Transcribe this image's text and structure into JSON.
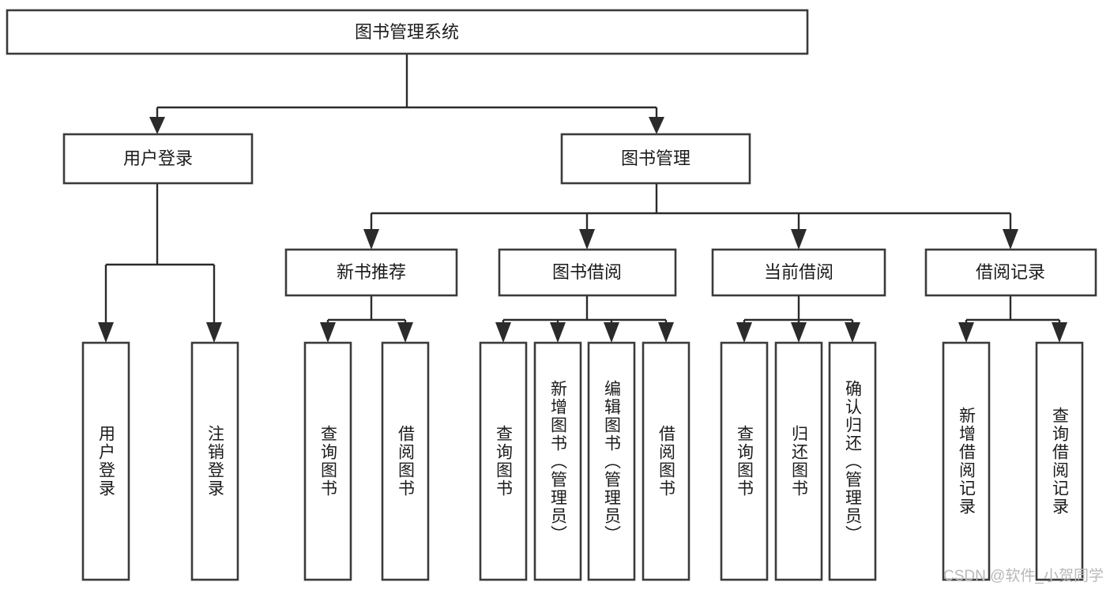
{
  "diagram": {
    "title": "图书管理系统",
    "watermark": "CSDN @软件_小贺同学",
    "levels": {
      "root": {
        "label": "图书管理系统"
      },
      "level2": [
        {
          "label": "用户登录"
        },
        {
          "label": "图书管理"
        }
      ],
      "level3": [
        {
          "label": "新书推荐"
        },
        {
          "label": "图书借阅"
        },
        {
          "label": "当前借阅"
        },
        {
          "label": "借阅记录"
        }
      ],
      "leaves": {
        "user_login": [
          {
            "label": "用户登录"
          },
          {
            "label": "注销登录"
          }
        ],
        "new_book_recommend": [
          {
            "label": "查询图书"
          },
          {
            "label": "借阅图书"
          }
        ],
        "book_borrow": [
          {
            "label": "查询图书"
          },
          {
            "label": "新增图书（管理员）"
          },
          {
            "label": "编辑图书（管理员）"
          },
          {
            "label": "借阅图书"
          }
        ],
        "current_borrow": [
          {
            "label": "查询图书"
          },
          {
            "label": "归还图书"
          },
          {
            "label": "确认归还（管理员）"
          }
        ],
        "borrow_record": [
          {
            "label": "新增借阅记录"
          },
          {
            "label": "查询借阅记录"
          }
        ]
      }
    },
    "colors": {
      "box_stroke": "#3b3b3b",
      "connector": "#2b2b2b",
      "text": "#1b1b1b",
      "background": "#ffffff",
      "watermark": "#b8b8b8"
    }
  }
}
